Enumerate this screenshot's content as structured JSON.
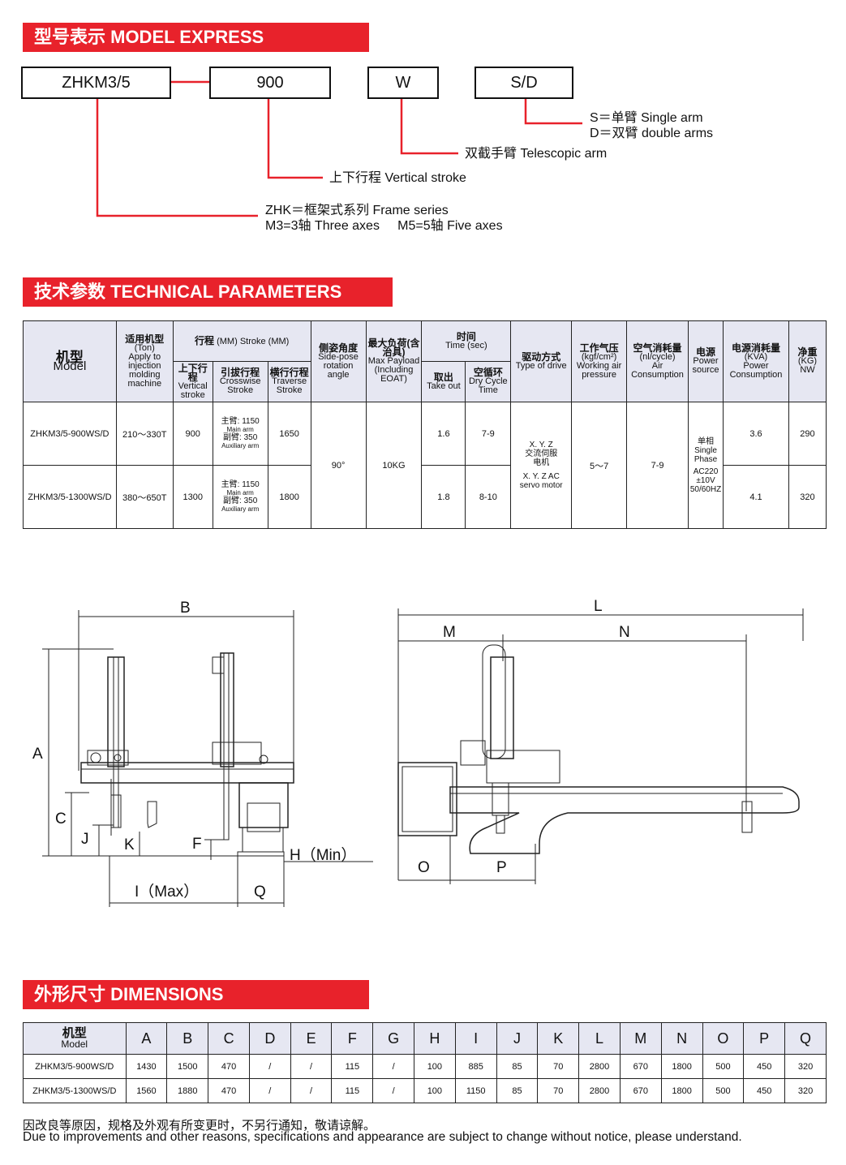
{
  "sections": {
    "model_express": "型号表示 MODEL EXPRESS",
    "technical": "技术参数 TECHNICAL PARAMETERS",
    "dimensions": "外形尺寸 DIMENSIONS"
  },
  "model_code": {
    "series": "ZHKM3/5",
    "stroke": "900",
    "arm": "W",
    "type": "S/D",
    "type_notes": [
      "S＝单臂 Single arm",
      "D＝双臂 double arms"
    ],
    "arm_note": "双截手臂 Telescopic arm",
    "stroke_note": "上下行程 Vertical stroke",
    "series_notes": [
      "ZHK＝框架式系列 Frame series",
      "M3=3轴 Three axes     M5=5轴 Five axes"
    ]
  },
  "tech": {
    "headers": {
      "model_cn": "机型",
      "model_en": "Model",
      "apply_cn": "适用机型",
      "apply_unit": "(Ton)",
      "apply_en": "Apply to injection molding machine",
      "stroke_cn": "行程",
      "stroke_unit": "(MM) Stroke (MM)",
      "vertical_cn": "上下行程",
      "vertical_en": "Vertical stroke",
      "cross_cn": "引拔行程",
      "cross_en": "Crosswise Stroke",
      "traverse_cn": "横行行程",
      "traverse_en": "Traverse Stroke",
      "rotation_cn": "侧姿角度",
      "rotation_en": "Side-pose rotation angle",
      "payload_cn": "最大负荷(含治具)",
      "payload_en": "Max Payload (Including EOAT)",
      "time_cn": "时间",
      "time_en": "Time (sec)",
      "takeout_cn": "取出",
      "takeout_en": "Take out",
      "dry_cn": "空循环",
      "dry_en": "Dry Cycle Time",
      "drive_cn": "驱动方式",
      "drive_en": "Type of drive",
      "air_cn": "工作气压",
      "air_unit": "(kgf/cm²)",
      "air_en": "Working air pressure",
      "cons_cn": "空气消耗量",
      "cons_unit": "(nl/cycle)",
      "cons_en": "Air Consumption",
      "power_cn": "电源",
      "power_en": "Power source",
      "pc_cn": "电源消耗量",
      "pc_unit": "(KVA)",
      "pc_en": "Power Consumption",
      "nw_cn": "净重",
      "nw_unit": "(KG)",
      "nw_en": "NW"
    },
    "rows": [
      {
        "model": "ZHKM3/5-900WS/D",
        "apply": "210～330T",
        "vertical": "900",
        "main": "主臂: 1150",
        "main_en": "Main arm",
        "aux": "副臂: 350",
        "aux_en": "Auxiliary arm",
        "traverse": "1650",
        "takeout": "1.6",
        "dry": "7-9",
        "pc": "3.6",
        "nw": "290"
      },
      {
        "model": "ZHKM3/5-1300WS/D",
        "apply": "380～650T",
        "vertical": "1300",
        "main": "主臂: 1150",
        "main_en": "Main arm",
        "aux": "副臂: 350",
        "aux_en": "Auxiliary arm",
        "traverse": "1800",
        "takeout": "1.8",
        "dry": "8-10",
        "pc": "4.1",
        "nw": "320"
      }
    ],
    "shared": {
      "rotation": "90°",
      "payload": "10KG",
      "drive_1": "X. Y. Z",
      "drive_2": "交流伺服",
      "drive_3": "电机",
      "drive_4": "X. Y. Z AC servo motor",
      "air": "5～7",
      "cons": "7-9",
      "power_1": "单相",
      "power_2": "Single Phase",
      "power_3": "AC220 ±10V 50/60HZ"
    }
  },
  "drawing": {
    "labels": [
      "B",
      "A",
      "C",
      "J",
      "K",
      "F",
      "H（Min）",
      "I（Max）",
      "Q",
      "L",
      "M",
      "N",
      "O",
      "P"
    ]
  },
  "dims": {
    "model_cn": "机型",
    "model_en": "Model",
    "columns": [
      "A",
      "B",
      "C",
      "D",
      "E",
      "F",
      "G",
      "H",
      "I",
      "J",
      "K",
      "L",
      "M",
      "N",
      "O",
      "P",
      "Q"
    ],
    "rows": [
      {
        "model": "ZHKM3/5-900WS/D",
        "values": [
          "1430",
          "1500",
          "470",
          "/",
          "/",
          "115",
          "/",
          "100",
          "885",
          "85",
          "70",
          "2800",
          "670",
          "1800",
          "500",
          "450",
          "320"
        ]
      },
      {
        "model": "ZHKM3/5-1300WS/D",
        "values": [
          "1560",
          "1880",
          "470",
          "/",
          "/",
          "115",
          "/",
          "100",
          "1150",
          "85",
          "70",
          "2800",
          "670",
          "1800",
          "500",
          "450",
          "320"
        ]
      }
    ]
  },
  "footer": {
    "cn": "因改良等原因，规格及外观有所变更时，不另行通知，敬请谅解。",
    "en": "Due to improvements and other reasons, specifications and appearance are subject to change without notice, please understand."
  }
}
